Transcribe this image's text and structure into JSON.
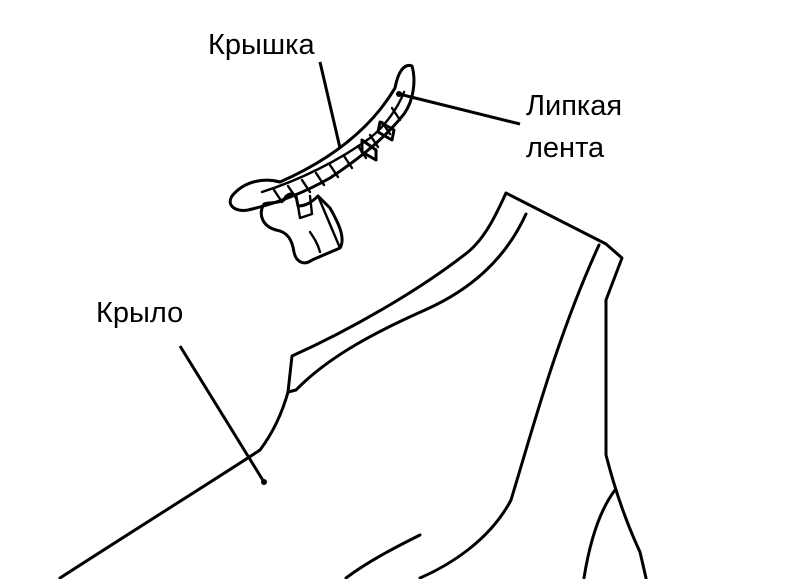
{
  "labels": {
    "cover": "Крышка",
    "tape_line1": "Липкая",
    "tape_line2": "лента",
    "fender": "Крыло"
  }
}
